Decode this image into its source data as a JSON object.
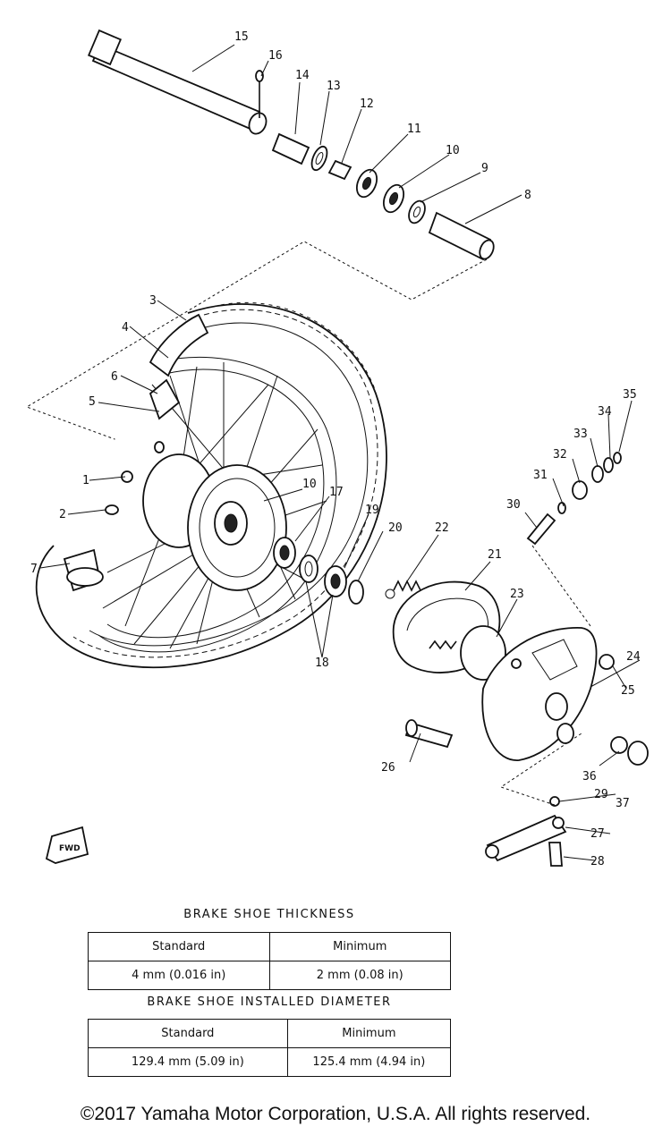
{
  "callouts": {
    "c1": "1",
    "c2": "2",
    "c3": "3",
    "c4": "4",
    "c5": "5",
    "c6": "6",
    "c7": "7",
    "c8": "8",
    "c9": "9",
    "c10": "10",
    "c11": "11",
    "c12": "12",
    "c13": "13",
    "c14": "14",
    "c15": "15",
    "c16": "16",
    "c17": "17",
    "c18": "18",
    "c19": "19",
    "c20": "20",
    "c21": "21",
    "c22": "22",
    "c23": "23",
    "c24": "24",
    "c25": "25",
    "c26": "26",
    "c27": "27",
    "c28": "28",
    "c29": "29",
    "c30": "30",
    "c31": "31",
    "c32": "32",
    "c33": "33",
    "c34": "34",
    "c35": "35",
    "c36": "36",
    "c37": "37"
  },
  "direction_marker": "FWD",
  "thickness": {
    "title": "BRAKE SHOE THICKNESS",
    "headers": [
      "Standard",
      "Minimum"
    ],
    "values": [
      "4 mm (0.016 in)",
      "2 mm (0.08 in)"
    ]
  },
  "diameter": {
    "title": "BRAKE SHOE INSTALLED DIAMETER",
    "headers": [
      "Standard",
      "Minimum"
    ],
    "values": [
      "129.4 mm (5.09 in)",
      "125.4 mm (4.94 in)"
    ]
  },
  "copyright": "©2017 Yamaha Motor Corporation, U.S.A. All rights reserved."
}
